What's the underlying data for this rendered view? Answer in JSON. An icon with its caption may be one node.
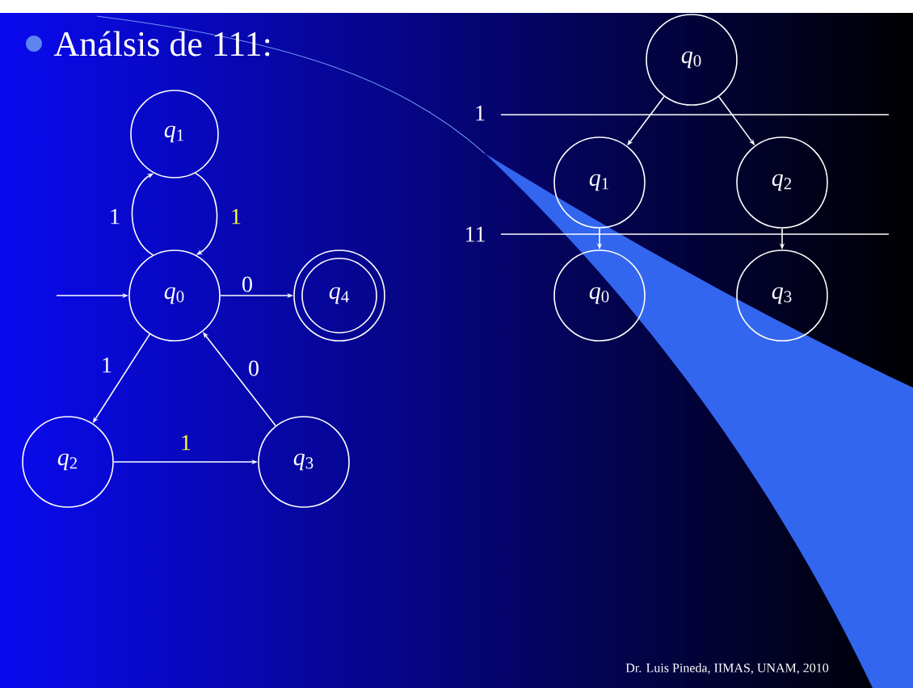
{
  "diagram": {
    "title": "Análsis de 111:",
    "nodes": [
      {
        "text": [
          "*q*$_{0}$"
        ]
      },
      {
        "text": [
          "*q*$_{1}$"
        ]
      },
      {
        "text": [
          "*q*$_{4}$"
        ]
      },
      {
        "text": [
          "*q*$_{2}$"
        ]
      },
      {
        "text": [
          "*q*$_{3}$"
        ]
      },
      {
        "text": [
          "*q*$_{0}$"
        ]
      },
      {
        "text": [
          "*q*$_{1}$"
        ]
      },
      {
        "text": [
          "*q*$_{2}$"
        ]
      },
      {
        "text": [
          "*q*$_{0}$"
        ]
      },
      {
        "text": [
          "*q*$_{3}$"
        ]
      }
    ],
    "edges": [
      {
        "from": null,
        "to": 0,
        "arrow": "to"
      },
      {
        "from": 0,
        "to": 1,
        "arrow": "to",
        "label": "1"
      },
      {
        "from": 1,
        "to": 0,
        "arrow": "to",
        "label": "1"
      },
      {
        "from": 0,
        "to": 2,
        "arrow": "to",
        "label": "0"
      },
      {
        "from": 0,
        "to": 3,
        "arrow": "to",
        "label": "1"
      },
      {
        "from": 3,
        "to": 4,
        "arrow": "to",
        "label": "1"
      },
      {
        "from": 4,
        "to": 0,
        "arrow": "to",
        "label": "0"
      },
      {
        "from": 5,
        "to": 6,
        "arrow": "to"
      },
      {
        "from": 5,
        "to": 7,
        "arrow": "to"
      },
      {
        "from": 6,
        "to": 8,
        "arrow": "to"
      },
      {
        "from": 7,
        "to": 9,
        "arrow": "to"
      }
    ],
    "labels": [
      "1",
      "11",
      "Dr. Luis Pineda, IIMAS, UNAM, 2010"
    ]
  }
}
